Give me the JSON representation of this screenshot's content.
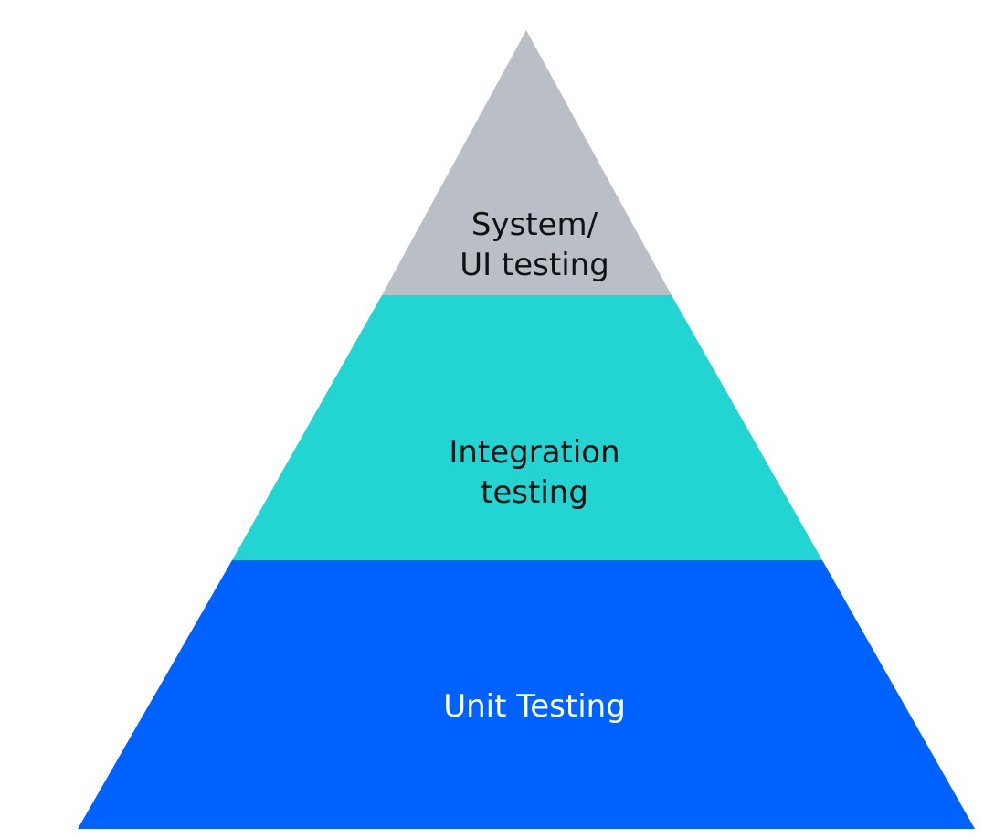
{
  "title": "Testing pyramid",
  "layers": [
    {
      "lines": [
        "System/",
        "UI testing"
      ],
      "color": "#b9bec7",
      "text_color": "#111111"
    },
    {
      "lines": [
        "Integration",
        "testing"
      ],
      "color": "#22d5d3",
      "text_color": "#111111"
    },
    {
      "lines": [
        "Unit Testing"
      ],
      "color": "#0062fe",
      "text_color": "#ffffff"
    }
  ]
}
